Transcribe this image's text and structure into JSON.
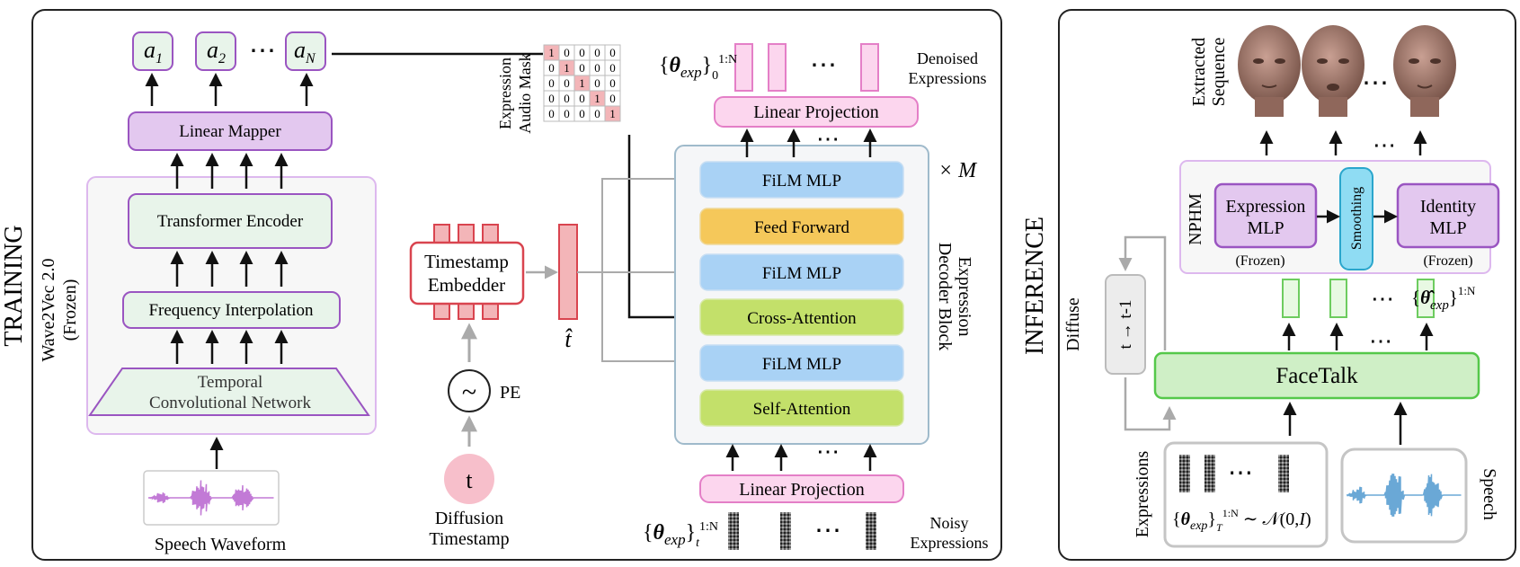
{
  "training": {
    "section_label": "TRAINING",
    "wav2vec_label_1": "Wave2Vec 2.0",
    "wav2vec_label_2": "(Frozen)",
    "tcn_line1": "Temporal",
    "tcn_line2": "Convolutional Network",
    "freq_interp": "Frequency Interpolation",
    "transformer_encoder": "Transformer Encoder",
    "linear_mapper": "Linear Mapper",
    "a_tokens": [
      "a",
      "a",
      "a"
    ],
    "a_subscripts": [
      "1",
      "2",
      "N"
    ],
    "dots": "⋯",
    "speech_waveform": "Speech Waveform",
    "mask_label_1": "Expression",
    "mask_label_2": "Audio Mask",
    "mask_matrix": [
      [
        1,
        0,
        0,
        0,
        0
      ],
      [
        0,
        1,
        0,
        0,
        0
      ],
      [
        0,
        0,
        1,
        0,
        0
      ],
      [
        0,
        0,
        0,
        1,
        0
      ],
      [
        0,
        0,
        0,
        0,
        1
      ]
    ],
    "timestamp_embedder_1": "Timestamp",
    "timestamp_embedder_2": "Embedder",
    "pe_label": "PE",
    "pe_symbol": "~",
    "t_symbol": "t",
    "diffusion_timestamp_1": "Diffusion",
    "diffusion_timestamp_2": "Timestamp",
    "t_hat": "t̂",
    "film_mlp": "FiLM MLP",
    "feed_forward": "Feed Forward",
    "cross_attention": "Cross-Attention",
    "self_attention": "Self-Attention",
    "linear_projection": "Linear Projection",
    "times_m": "× M",
    "decoder_block_1": "Expression",
    "decoder_block_2": "Decoder Block",
    "denoised_1": "Denoised",
    "denoised_2": "Expressions",
    "noisy_1": "Noisy",
    "noisy_2": "Expressions",
    "theta_denoised": "{θexp}₀^1:N",
    "theta_noisy": "{θexp}ₜ^1:N"
  },
  "inference": {
    "section_label": "INFERENCE",
    "extracted_1": "Extracted",
    "extracted_2": "Sequence",
    "nphm": "NPHM",
    "expression_mlp_1": "Expression",
    "expression_mlp_2": "MLP",
    "smoothing": "Smoothing",
    "identity_mlp_1": "Identity",
    "identity_mlp_2": "MLP",
    "frozen": "(Frozen)",
    "theta_hat": "{θ̂exp}^1:N",
    "facetalk": "FaceTalk",
    "diffuse": "Diffuse",
    "t_step": "t → t-1",
    "expressions": "Expressions",
    "speech": "Speech",
    "noise_formula": "{θexp}T^1:N ~ 𝒩(0,I)"
  },
  "colors": {
    "purple_fill": "#e3c8ef",
    "purple_stroke": "#9a55c1",
    "green_fill": "#e8f4ea",
    "green_stroke": "#79b88a",
    "blue_fill": "#a9d2f5",
    "yellow_fill": "#f5c85a",
    "lime_fill": "#c3e06a",
    "pink_fill": "#fcd6ee",
    "pink_stroke": "#e47fc7",
    "red_fill": "#f3b5b8",
    "red_stroke": "#d9444f",
    "facetalk_fill": "#cfefc6",
    "facetalk_stroke": "#55c84a",
    "cyan_fill": "#8fdcf3"
  }
}
